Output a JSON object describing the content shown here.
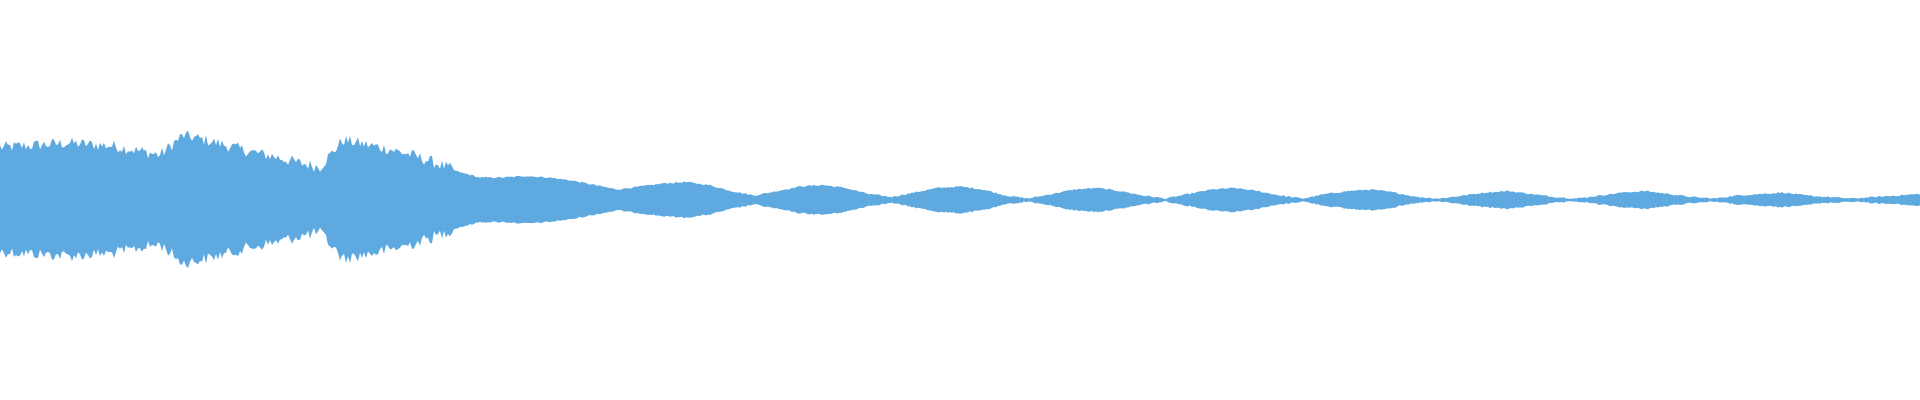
{
  "waveform": {
    "color": "#5DA9E0",
    "background": "#FFFFFF",
    "amplitude_envelope": [
      0.35,
      0.36,
      0.37,
      0.38,
      0.37,
      0.36,
      0.33,
      0.3,
      0.43,
      0.4,
      0.36,
      0.32,
      0.29,
      0.25,
      0.22,
      0.4,
      0.37,
      0.34,
      0.3,
      0.25,
      0.19,
      0.15,
      0.15,
      0.16,
      0.15,
      0.13,
      0.1,
      0.07,
      0.09,
      0.11,
      0.12,
      0.1,
      0.06,
      0.03,
      0.06,
      0.09,
      0.1,
      0.08,
      0.04,
      0.02,
      0.05,
      0.08,
      0.09,
      0.07,
      0.03,
      0.01,
      0.04,
      0.07,
      0.08,
      0.06,
      0.03,
      0.01,
      0.04,
      0.07,
      0.08,
      0.06,
      0.03,
      0.01,
      0.04,
      0.06,
      0.07,
      0.05,
      0.02,
      0.01,
      0.03,
      0.05,
      0.06,
      0.04,
      0.02,
      0.01,
      0.03,
      0.05,
      0.06,
      0.04,
      0.02,
      0.01,
      0.03,
      0.04,
      0.05,
      0.03,
      0.02,
      0.01,
      0.02,
      0.03,
      0.04
    ]
  }
}
